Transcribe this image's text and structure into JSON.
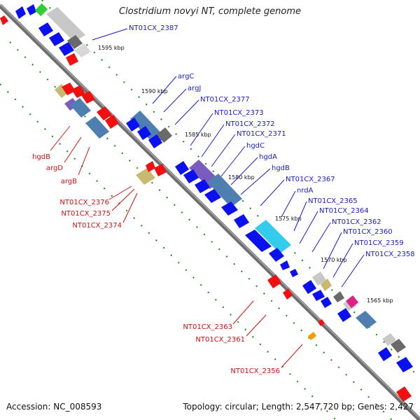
{
  "title": "Clostridium novyi NT, complete genome",
  "footer": {
    "accession": "Accession: NC_008593",
    "summary": "Topology: circular; Length: 2,547,720 bp; Genes: 2,427"
  },
  "kbp_ticks": [
    "1595 kbp",
    "1590 kbp",
    "1585 kbp",
    "1580 kbp",
    "1575 kbp",
    "1570 kbp",
    "1565 kbp"
  ],
  "gene_labels_blue": [
    "NT01CX_2387",
    "argC",
    "argJ",
    "NT01CX_2377",
    "NT01CX_2373",
    "NT01CX_2372",
    "NT01CX_2371",
    "hgdC",
    "hgdA",
    "hgdB",
    "NT01CX_2367",
    "nrdA",
    "NT01CX_2365",
    "NT01CX_2364",
    "NT01CX_2362",
    "NT01CX_2360",
    "NT01CX_2359",
    "NT01CX_2358"
  ],
  "gene_labels_red": [
    "hgdB",
    "argD",
    "argB",
    "NT01CX_2376",
    "NT01CX_2375",
    "NT01CX_2374",
    "NT01CX_2363",
    "NT01CX_2361",
    "NT01CX_2356"
  ],
  "colors": {
    "backbone": "#6e6e6e",
    "forward_strand": "#0a10f0",
    "reverse_strand": "#f01010",
    "gene_bar_blue": "#4f7fb0",
    "gene_bar_light": "#c8c8c8",
    "gene_bar_dark": "#6a6a6a",
    "gene_bar_purple": "#7a5cc0",
    "gene_bar_cyan": "#33ccee",
    "gene_bar_olive": "#c8b870",
    "gene_bar_green": "#33cc33",
    "gene_bar_orange": "#ff9900",
    "gene_bar_magenta": "#e0208a",
    "dotted_ring": "#118811",
    "blue_label_text": "#1a1ad0",
    "red_label_text": "#d01010"
  }
}
